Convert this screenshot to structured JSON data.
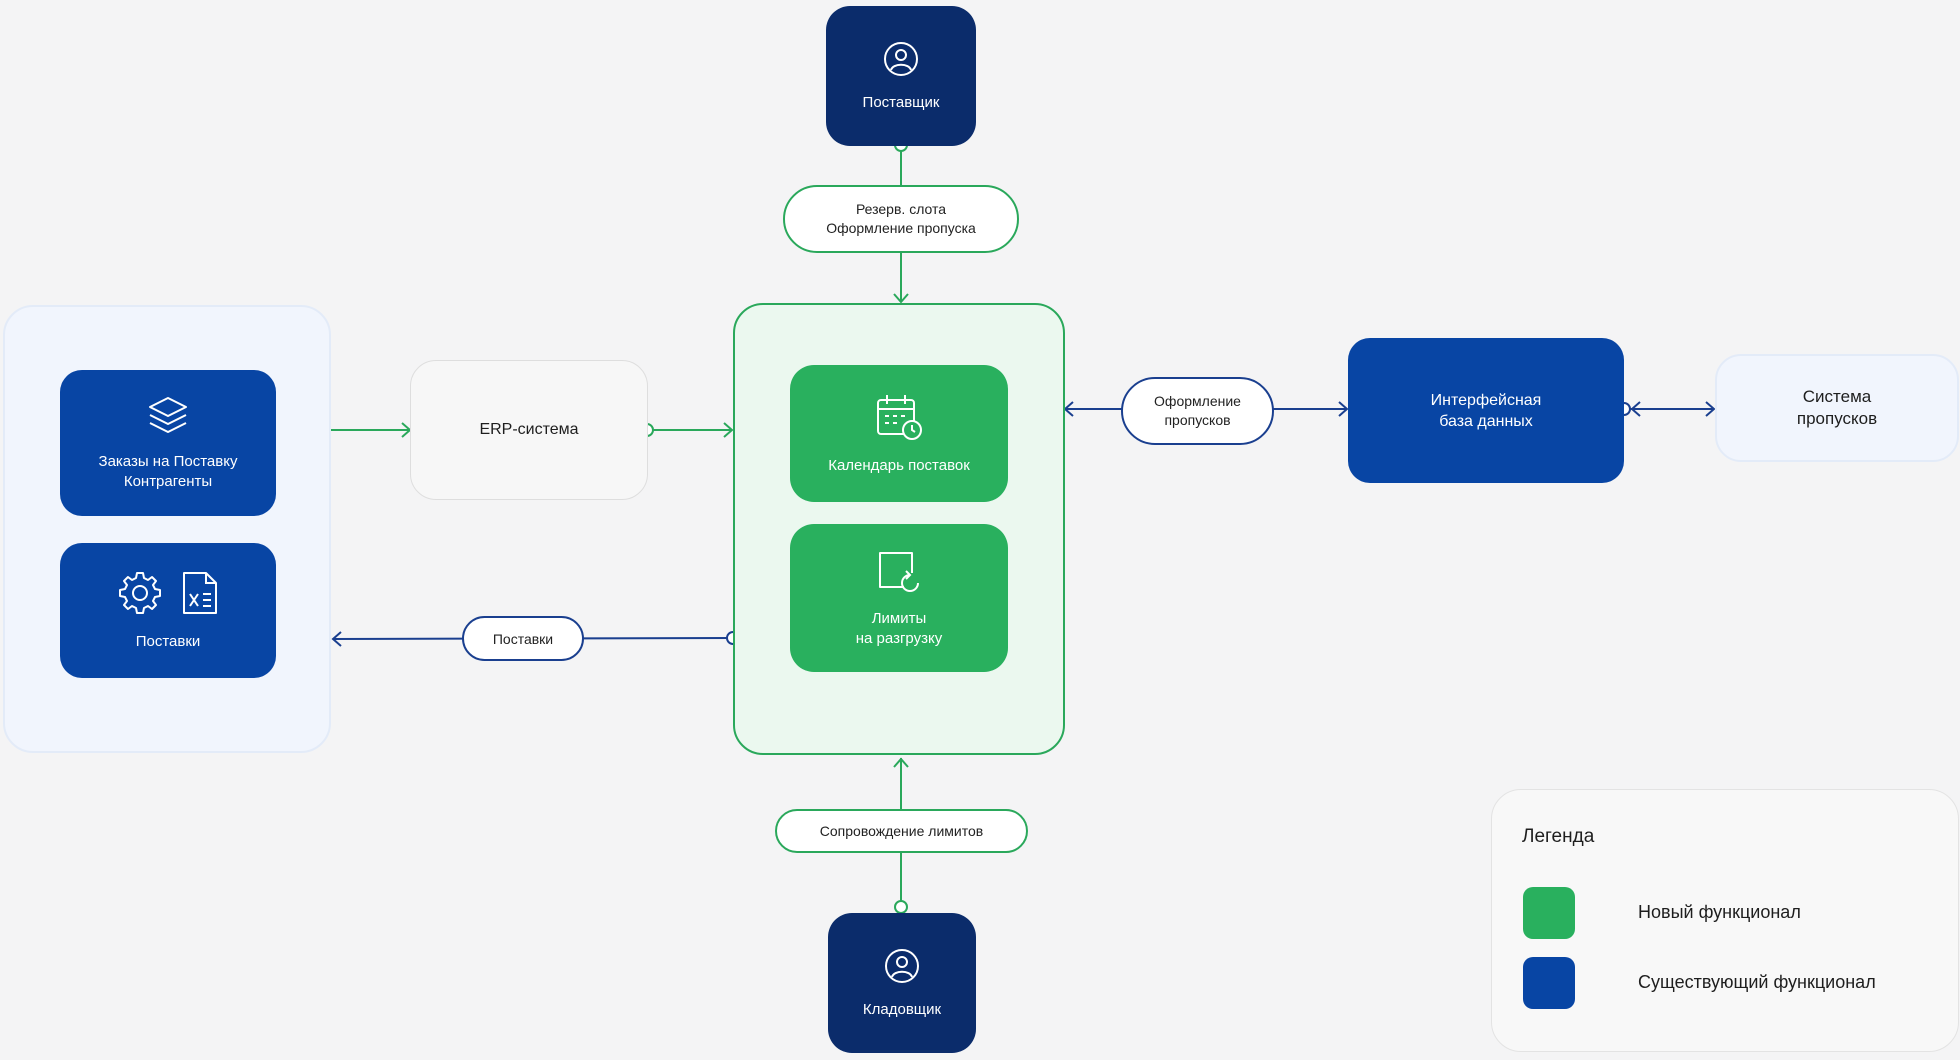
{
  "nodes": {
    "supplier": "Поставщик",
    "storekeeper": "Кладовщик",
    "orders": "Заказы на Поставку\nКонтрагенты",
    "deliveries_block": "Поставки",
    "erp": "ERP-система",
    "calendar": "Календарь поставок",
    "limits": "Лимиты\nна разгрузку",
    "interface_db": "Интерфейсная\nбаза данных",
    "pass_system": "Система\nпропусков"
  },
  "flows": {
    "slot_reservation": "Резерв. слота\nОформление пропуска",
    "pass_issue": "Оформление\nпропусков",
    "deliveries": "Поставки",
    "limits_support": "Сопровождение лимитов"
  },
  "legend": {
    "title": "Легенда",
    "items": [
      {
        "label": "Новый функционал",
        "color": "#29b05e"
      },
      {
        "label": "Существующий функционал",
        "color": "#0845a4"
      }
    ]
  },
  "colors": {
    "new": "#29b05e",
    "existing": "#0845a4",
    "actor": "#0b2c6b"
  },
  "icons": [
    "user-icon",
    "layers-icon",
    "gear-icon",
    "excel-file-icon",
    "calendar-clock-icon",
    "refresh-window-icon"
  ]
}
